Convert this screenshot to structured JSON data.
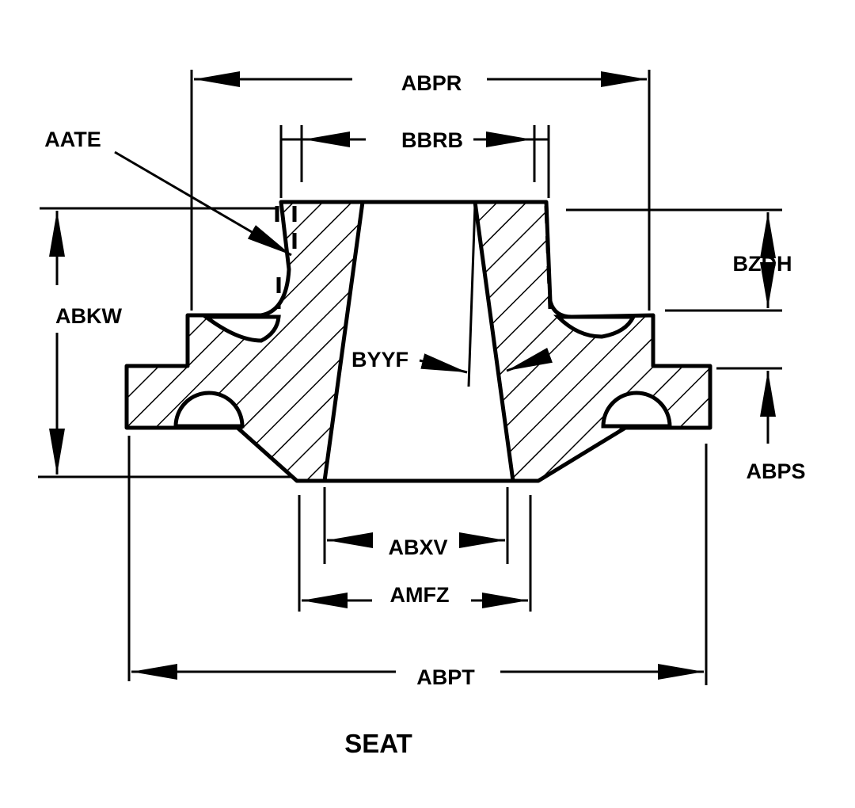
{
  "drawing": {
    "title": "SEAT",
    "labels": {
      "abpr": "ABPR",
      "aate": "AATE",
      "bbrb": "BBRB",
      "bzdh": "BZDH",
      "abkw": "ABKW",
      "byyf": "BYYF",
      "abps": "ABPS",
      "abxv": "ABXV",
      "amfz": "AMFZ",
      "abpt": "ABPT"
    },
    "colors": {
      "ink": "#000000",
      "paper": "#ffffff"
    }
  }
}
